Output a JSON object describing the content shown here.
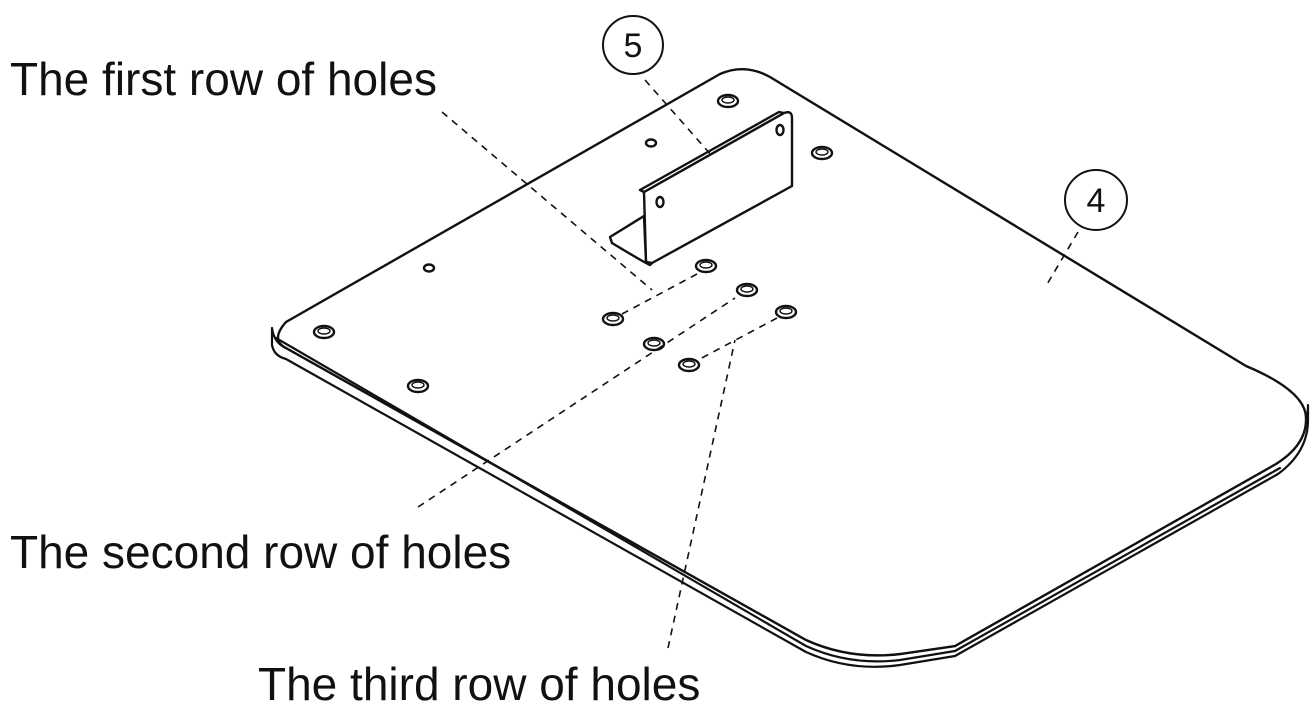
{
  "labels": {
    "first_row": "The first row of holes",
    "second_row": "The second row of holes",
    "third_row": "The third row of holes"
  },
  "callouts": {
    "bracket": "5",
    "plate": "4"
  },
  "colors": {
    "line": "#111111",
    "background": "#ffffff"
  }
}
